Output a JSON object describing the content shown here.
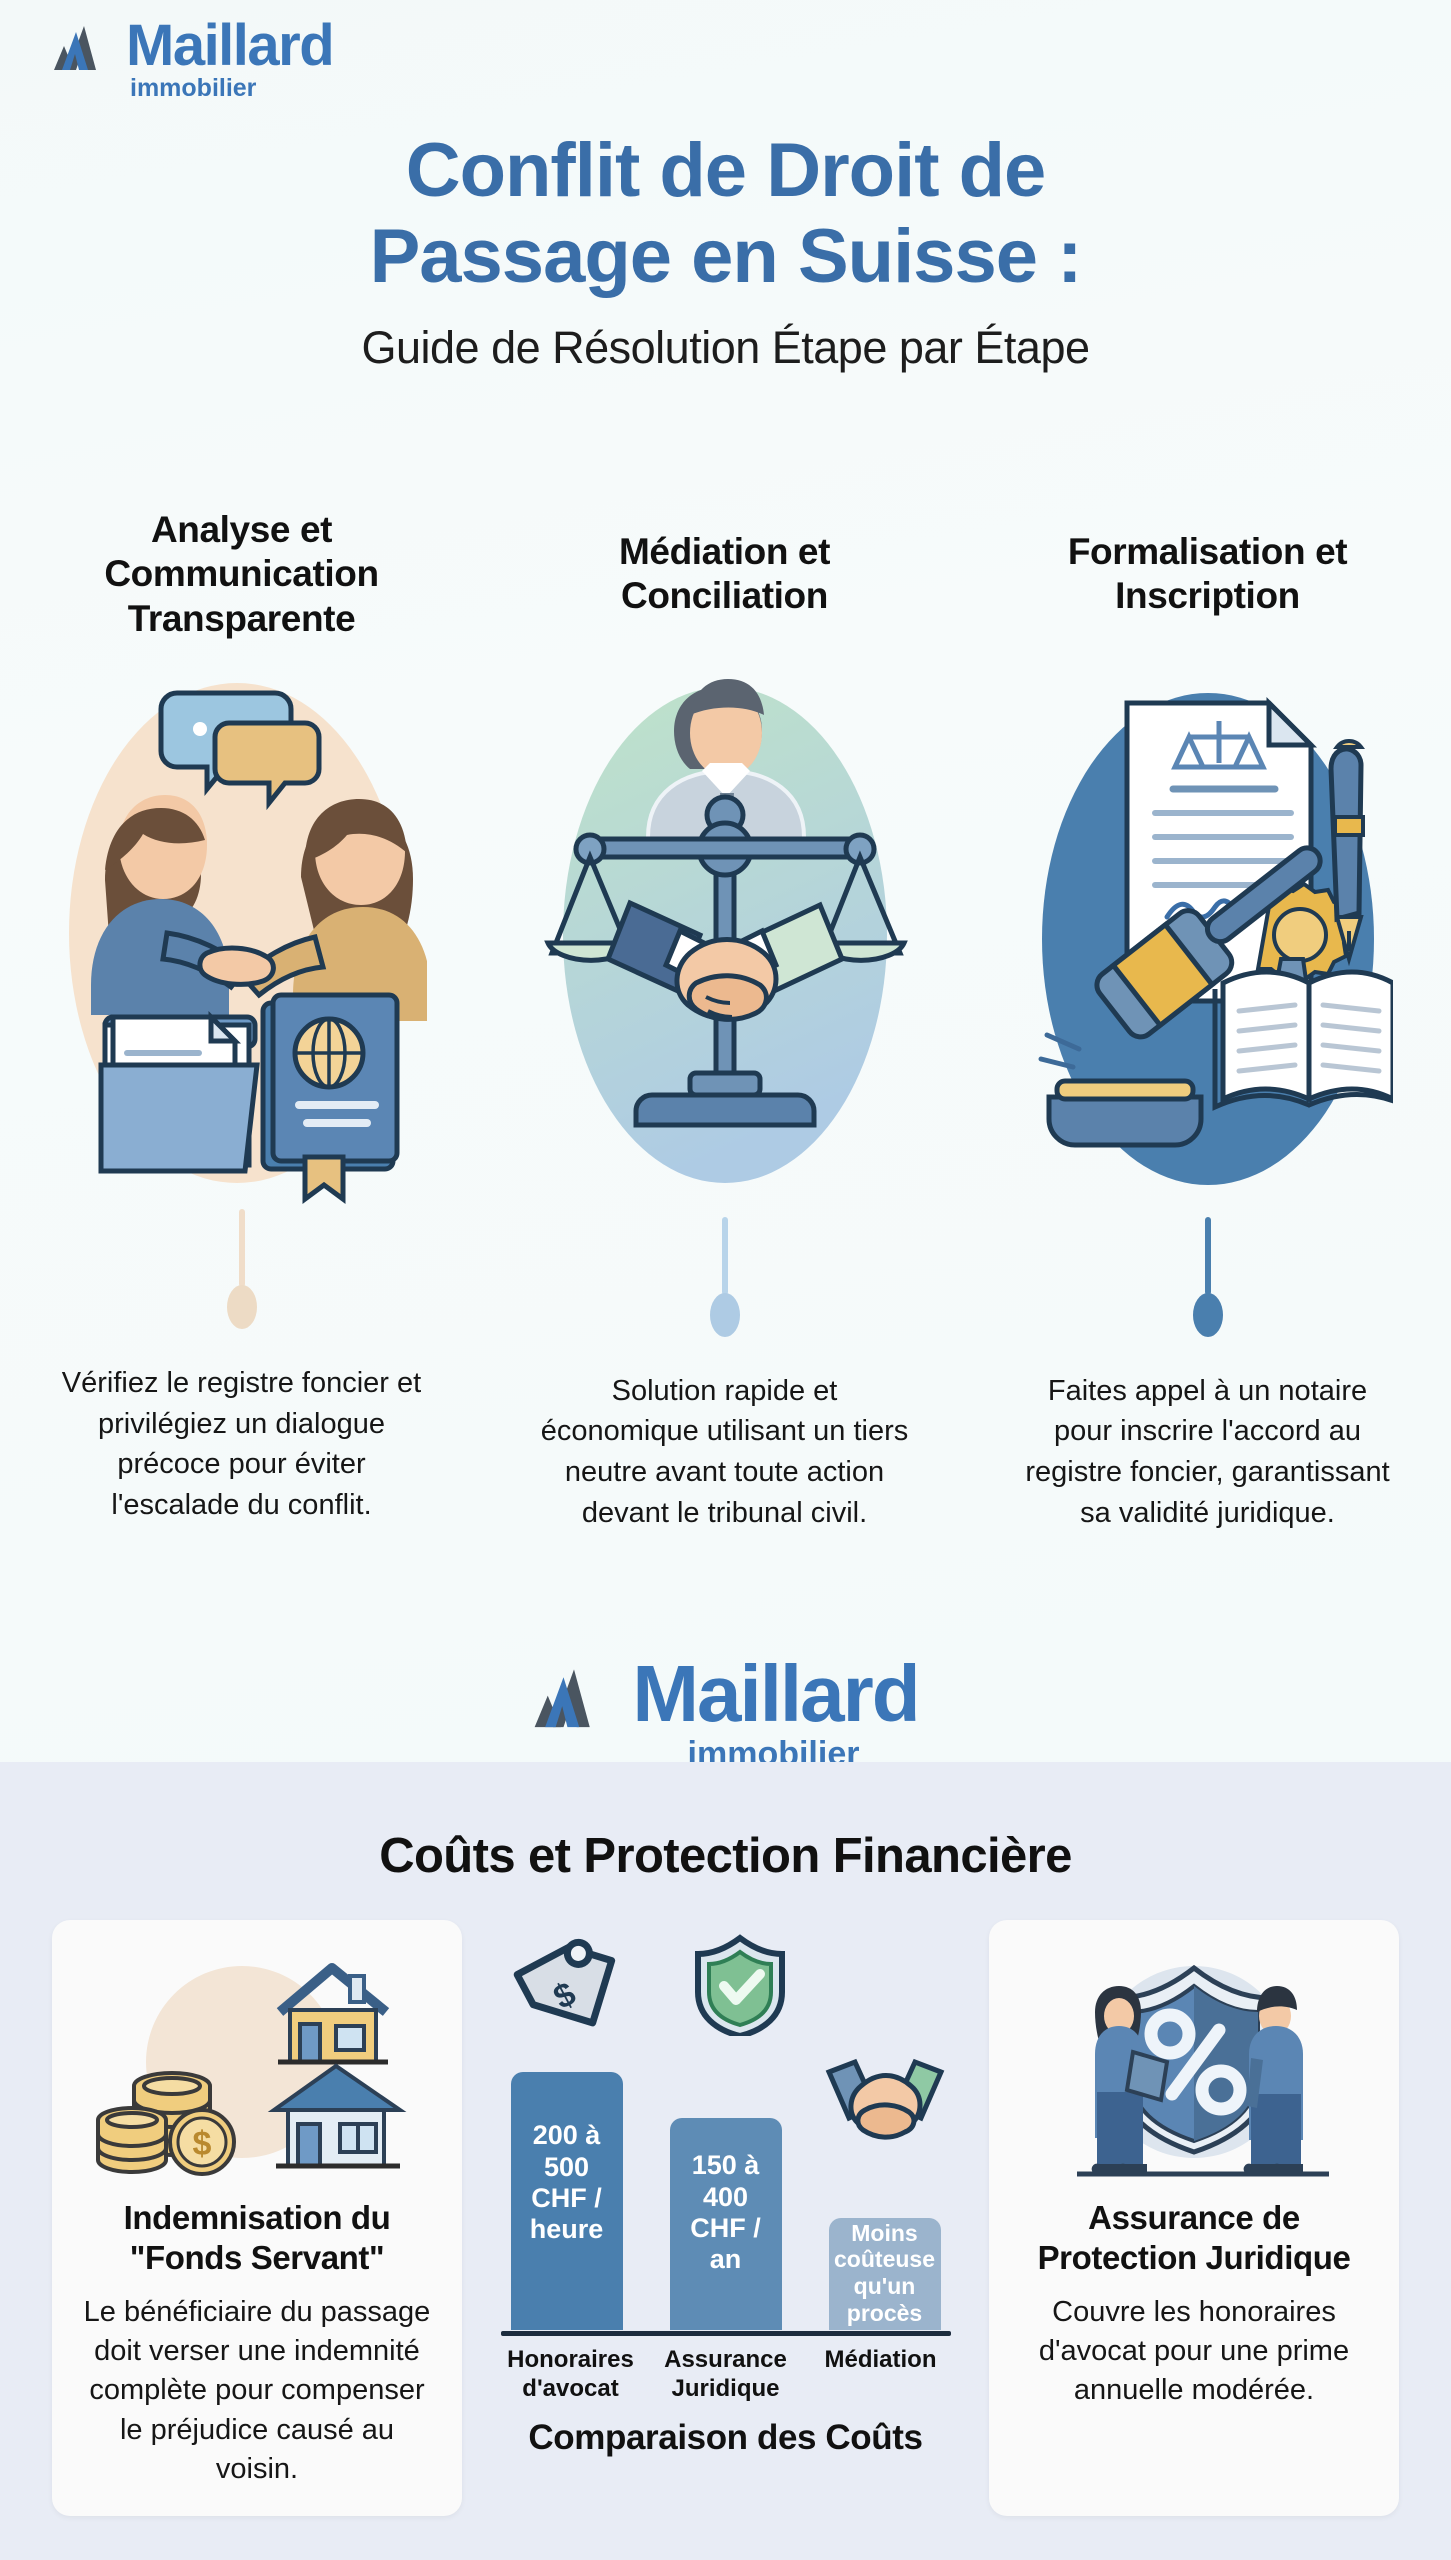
{
  "brand": {
    "name": "Maillard",
    "tagline": "immobilier",
    "logo_icon": "maillard-chevron-logo",
    "color": "#3b76b8",
    "dark_color": "#4a5560"
  },
  "header": {
    "title_line1": "Conflit de Droit de",
    "title_line2": "Passage en Suisse :",
    "subtitle": "Guide de Résolution Étape par Étape",
    "title_color": "#3a6ea8"
  },
  "steps": [
    {
      "title": "Analyse et Communication Transparente",
      "illustration": "handshake-documents-folder-passport-illustration",
      "blob_color": "#f6e2cd",
      "connector_color": "#f0ddc9",
      "description": "Vérifiez le registre foncier et privilégiez un dialogue précoce pour éviter l'escalade du conflit."
    },
    {
      "title": "Médiation et Conciliation",
      "illustration": "mediator-scales-of-justice-handshake-illustration",
      "blob_color": "#bfd9e8",
      "connector_color": "#aecbe4",
      "description": "Solution rapide et économique utilisant un tiers neutre avant toute action devant le tribunal civil."
    },
    {
      "title": "Formalisation et Inscription",
      "illustration": "gavel-legal-document-seal-pen-book-illustration",
      "blob_color": "#4a7fae",
      "connector_color": "#4a7fae",
      "description": "Faites appel à un notaire pour inscrire l'accord au registre foncier, garantissant sa validité juridique."
    }
  ],
  "financial_section": {
    "heading": "Coûts et Protection Financière",
    "background": "#e8ecf5",
    "cards": [
      {
        "illustration": "gold-coins-and-houses-illustration",
        "title_line1": "Indemnisation du",
        "title_line2": "\"Fonds Servant\"",
        "text": "Le bénéficiaire du passage doit verser une indemnité complète pour compenser le préjudice causé au voisin."
      },
      {
        "illustration": "shield-percent-two-people-illustration",
        "title_line1": "Assurance de",
        "title_line2": "Protection Juridique",
        "text": "Couvre les honoraires d'avocat pour une prime annuelle modérée."
      }
    ],
    "chart_icons": {
      "price_tag": "price-tag-dollar-icon",
      "shield_check": "shield-check-icon",
      "handshake": "handshake-icon"
    }
  },
  "chart_data": {
    "type": "bar",
    "title": "Comparaison des Coûts",
    "categories": [
      "Honoraires d'avocat",
      "Assurance Juridique",
      "Médiation"
    ],
    "category_lines": [
      [
        "Honoraires",
        "d'avocat"
      ],
      [
        "Assurance",
        "Juridique"
      ],
      [
        "Médiation",
        ""
      ]
    ],
    "bar_labels": [
      "200 à 500 CHF / heure",
      "150 à 400 CHF / an",
      "Moins coûteuse qu'un procès"
    ],
    "values": [
      100,
      82,
      43
    ],
    "value_ranges": [
      {
        "min": 200,
        "max": 500,
        "unit": "CHF / heure"
      },
      {
        "min": 150,
        "max": 400,
        "unit": "CHF / an"
      },
      {
        "min": null,
        "max": null,
        "unit": "Moins coûteuse qu'un procès"
      }
    ],
    "bar_colors": [
      "#4a7fae",
      "#5e8cb5",
      "#9bb4cd"
    ],
    "xlabel": "",
    "ylabel": "",
    "grid": false,
    "legend": "none"
  }
}
